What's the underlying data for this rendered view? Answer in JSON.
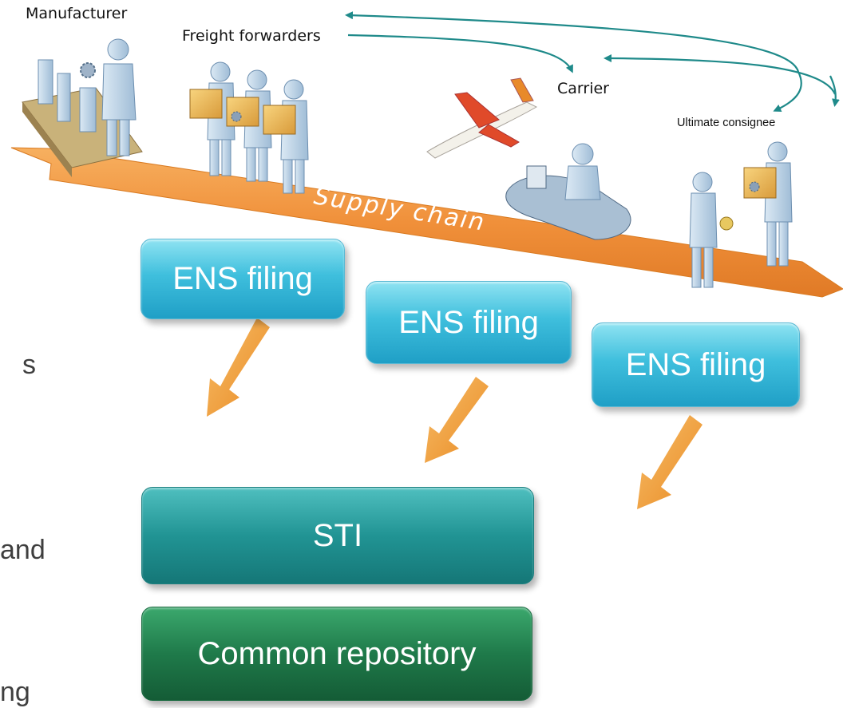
{
  "labels": {
    "manufacturer": "Manufacturer",
    "freight_forwarders": "Freight forwarders",
    "carrier": "Carrier",
    "ultimate_consignee": "Ultimate consignee"
  },
  "supply_chain_text": "Supply chain",
  "ens_boxes": [
    "ENS filing",
    "ENS filing",
    "ENS filing"
  ],
  "sti_label": "STI",
  "repository_label": "Common repository",
  "left_text_fragments": [
    "s",
    "and",
    "ng"
  ],
  "colors": {
    "band": "#f0903a",
    "ens_box": "#3fbfdd",
    "sti_box": "#219494",
    "repository_box": "#1f7a4a",
    "flow_arrow": "#f2a03c",
    "connector": "#1f8a8a"
  }
}
